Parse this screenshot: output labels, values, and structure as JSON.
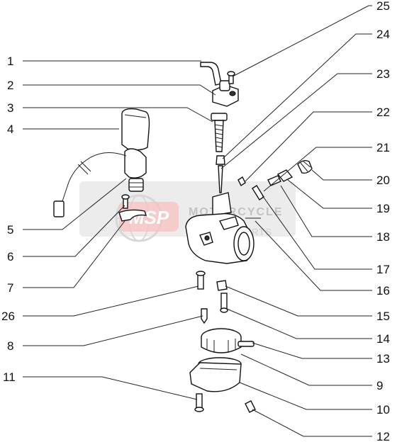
{
  "watermark": {
    "logo": "MSP",
    "line1": "MOTORCYCLE",
    "line2": "SPARE PARTS"
  },
  "callouts": [
    {
      "id": "1",
      "label": "1"
    },
    {
      "id": "2",
      "label": "2"
    },
    {
      "id": "3",
      "label": "3"
    },
    {
      "id": "4",
      "label": "4"
    },
    {
      "id": "5",
      "label": "5"
    },
    {
      "id": "6",
      "label": "6"
    },
    {
      "id": "7",
      "label": "7"
    },
    {
      "id": "26",
      "label": "26"
    },
    {
      "id": "8",
      "label": "8"
    },
    {
      "id": "11",
      "label": "11"
    },
    {
      "id": "25",
      "label": "25"
    },
    {
      "id": "24",
      "label": "24"
    },
    {
      "id": "23",
      "label": "23"
    },
    {
      "id": "22",
      "label": "22"
    },
    {
      "id": "21",
      "label": "21"
    },
    {
      "id": "20",
      "label": "20"
    },
    {
      "id": "19",
      "label": "19"
    },
    {
      "id": "18",
      "label": "18"
    },
    {
      "id": "17",
      "label": "17"
    },
    {
      "id": "16",
      "label": "16"
    },
    {
      "id": "15",
      "label": "15"
    },
    {
      "id": "14",
      "label": "14"
    },
    {
      "id": "13",
      "label": "13"
    },
    {
      "id": "9",
      "label": "9"
    },
    {
      "id": "10",
      "label": "10"
    },
    {
      "id": "12",
      "label": "12"
    }
  ]
}
